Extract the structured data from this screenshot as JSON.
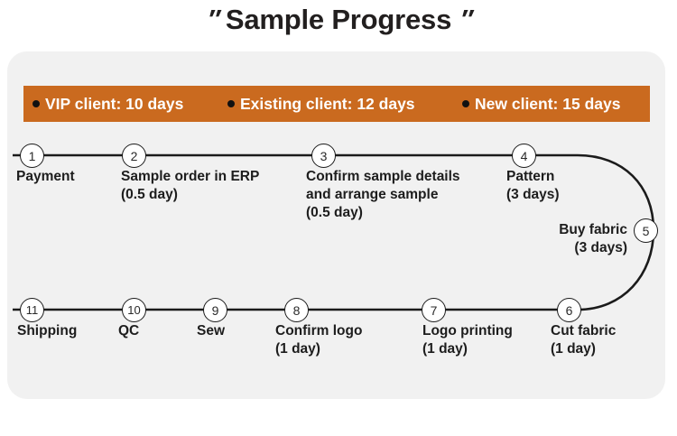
{
  "title": {
    "quote_left": "″",
    "text": "Sample Progress",
    "quote_right": "″"
  },
  "banner": {
    "background_color": "#ca6a1f",
    "text_color": "#ffffff",
    "items": [
      {
        "label": "VIP client: 10 days"
      },
      {
        "label": "Existing client: 12 days"
      },
      {
        "label": "New client: 15 days"
      }
    ]
  },
  "flow": {
    "line_color": "#1b1b1b",
    "node_fill": "#ffffff",
    "panel_color": "#f1f1f1",
    "steps": [
      {
        "number": "1",
        "label": "Payment"
      },
      {
        "number": "2",
        "label": "Sample order in ERP\n(0.5 day)"
      },
      {
        "number": "3",
        "label": "Confirm sample details\nand arrange sample\n(0.5 day)"
      },
      {
        "number": "4",
        "label": "Pattern\n(3 days)"
      },
      {
        "number": "5",
        "label": "Buy fabric\n(3 days)"
      },
      {
        "number": "6",
        "label": "Cut fabric\n(1 day)"
      },
      {
        "number": "7",
        "label": "Logo printing\n(1 day)"
      },
      {
        "number": "8",
        "label": "Confirm logo\n(1 day)"
      },
      {
        "number": "9",
        "label": "Sew"
      },
      {
        "number": "10",
        "label": "QC"
      },
      {
        "number": "11",
        "label": "Shipping"
      }
    ]
  }
}
